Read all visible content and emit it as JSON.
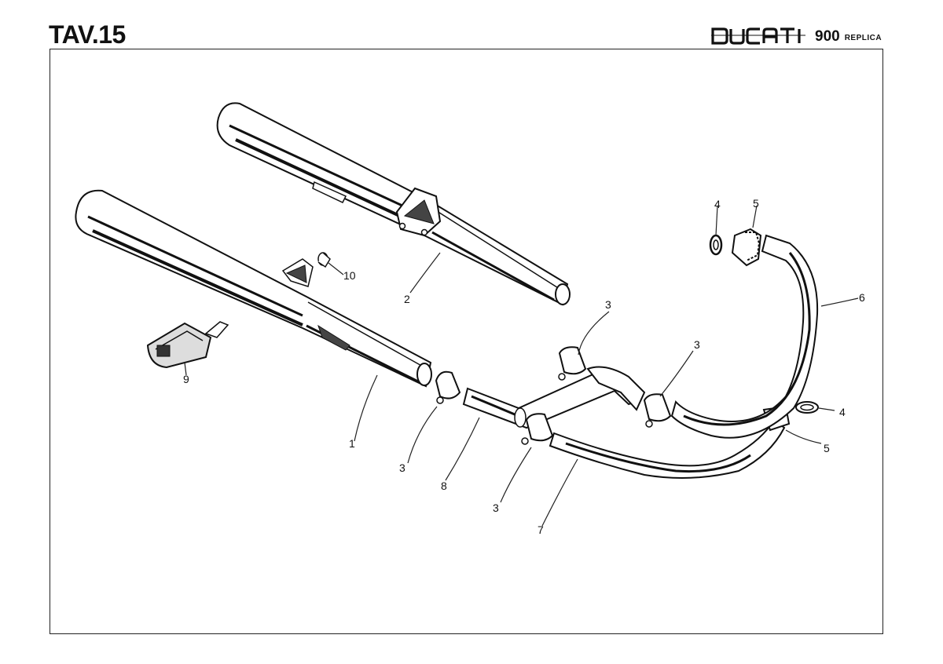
{
  "header": {
    "plate": "TAV.15",
    "brand_logo_text": "DUCATI",
    "model": "900",
    "edition": "REPLICA"
  },
  "callouts": [
    "1",
    "2",
    "3",
    "3",
    "3",
    "3",
    "4",
    "4",
    "5",
    "5",
    "6",
    "7",
    "8",
    "9",
    "10"
  ],
  "colors": {
    "ink": "#111111",
    "paper": "#ffffff",
    "shade": "#555555"
  },
  "icons": [
    "ducati-logo"
  ]
}
